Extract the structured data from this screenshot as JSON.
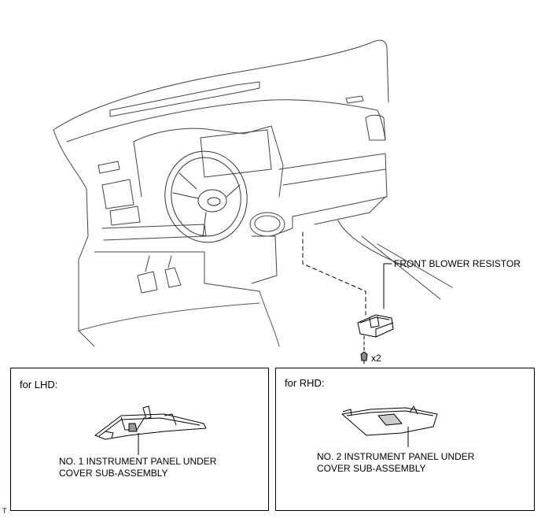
{
  "callouts": {
    "blower_resistor": "FRONT BLOWER RESISTOR",
    "screw_qty": "x2"
  },
  "panels": {
    "lhd": {
      "title": "for LHD:",
      "part_line1": "NO. 1 INSTRUMENT PANEL UNDER",
      "part_line2": "COVER SUB-ASSEMBLY"
    },
    "rhd": {
      "title": "for RHD:",
      "part_line1": "NO. 2 INSTRUMENT PANEL UNDER",
      "part_line2": "COVER SUB-ASSEMBLY"
    }
  },
  "corner_mark": "T"
}
